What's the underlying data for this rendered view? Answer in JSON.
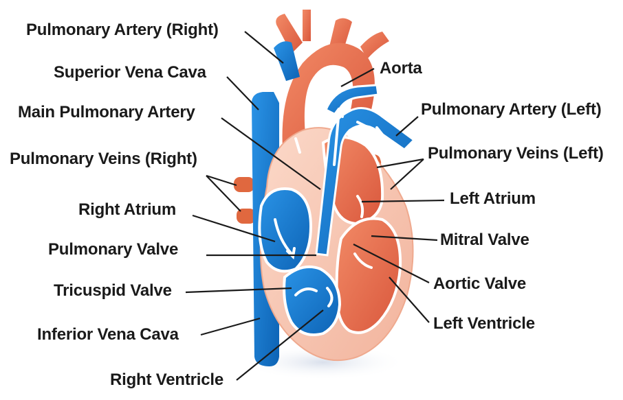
{
  "labels": {
    "pulmonary_artery_right": "Pulmonary Artery (Right)",
    "superior_vena_cava": "Superior Vena Cava",
    "main_pulmonary_artery": "Main Pulmonary Artery",
    "pulmonary_veins_right": "Pulmonary Veins (Right)",
    "right_atrium": "Right Atrium",
    "pulmonary_valve": "Pulmonary Valve",
    "tricuspid_valve": "Tricuspid Valve",
    "inferior_vena_cava": "Inferior Vena Cava",
    "right_ventricle": "Right Ventricle",
    "aorta": "Aorta",
    "pulmonary_artery_left": "Pulmonary Artery (Left)",
    "pulmonary_veins_left": "Pulmonary Veins (Left)",
    "left_atrium": "Left Atrium",
    "mitral_valve": "Mitral Valve",
    "aortic_valve": "Aortic Valve",
    "left_ventricle": "Left Ventricle"
  },
  "colors": {
    "oxygenated": "#e8704e",
    "oxygenated_dark": "#d4553a",
    "deoxygenated": "#1a7fd4",
    "deoxygenated_dark": "#0f5fa8",
    "muscle": "#f7c9b6",
    "leader_line": "#1a1a1a"
  }
}
